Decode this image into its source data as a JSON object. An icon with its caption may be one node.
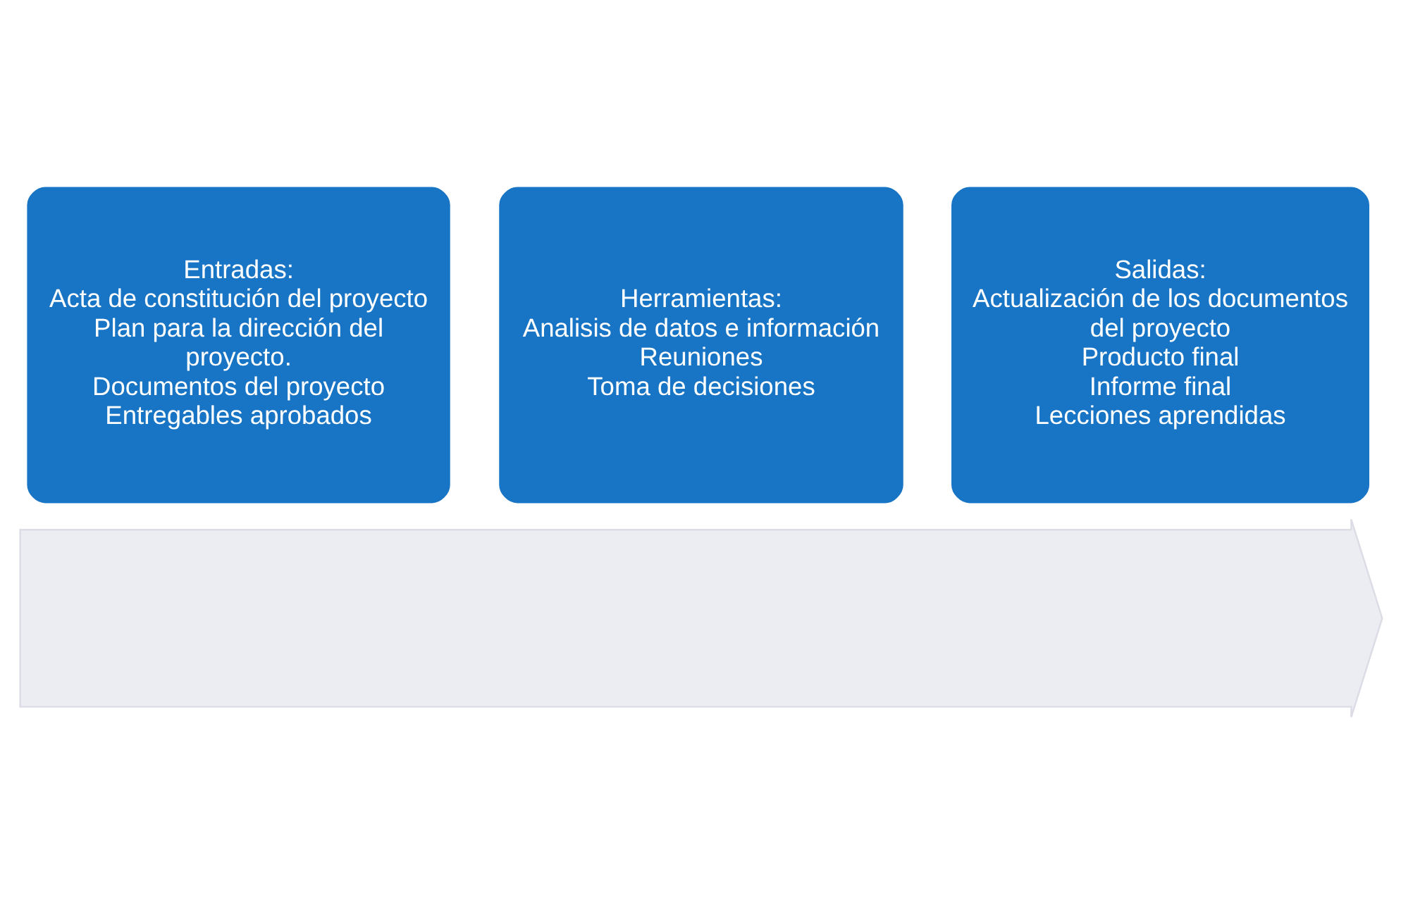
{
  "diagram": {
    "nodes": [
      {
        "text": [],
        "shape": "arrow"
      },
      {
        "text": [
          "Entradas:",
          "Acta de constitución del proyecto",
          "Plan para la dirección del proyecto.",
          "Documentos del proyecto",
          "Entregables aprobados"
        ]
      },
      {
        "text": [
          "Herramientas:",
          "Analisis de datos e información",
          "Reuniones",
          "Toma de decisiones"
        ]
      },
      {
        "text": [
          "Salidas:",
          "Actualización de los documentos del proyecto",
          "Producto final",
          "Informe final",
          "Lecciones aprendidas"
        ]
      }
    ],
    "edges": []
  }
}
